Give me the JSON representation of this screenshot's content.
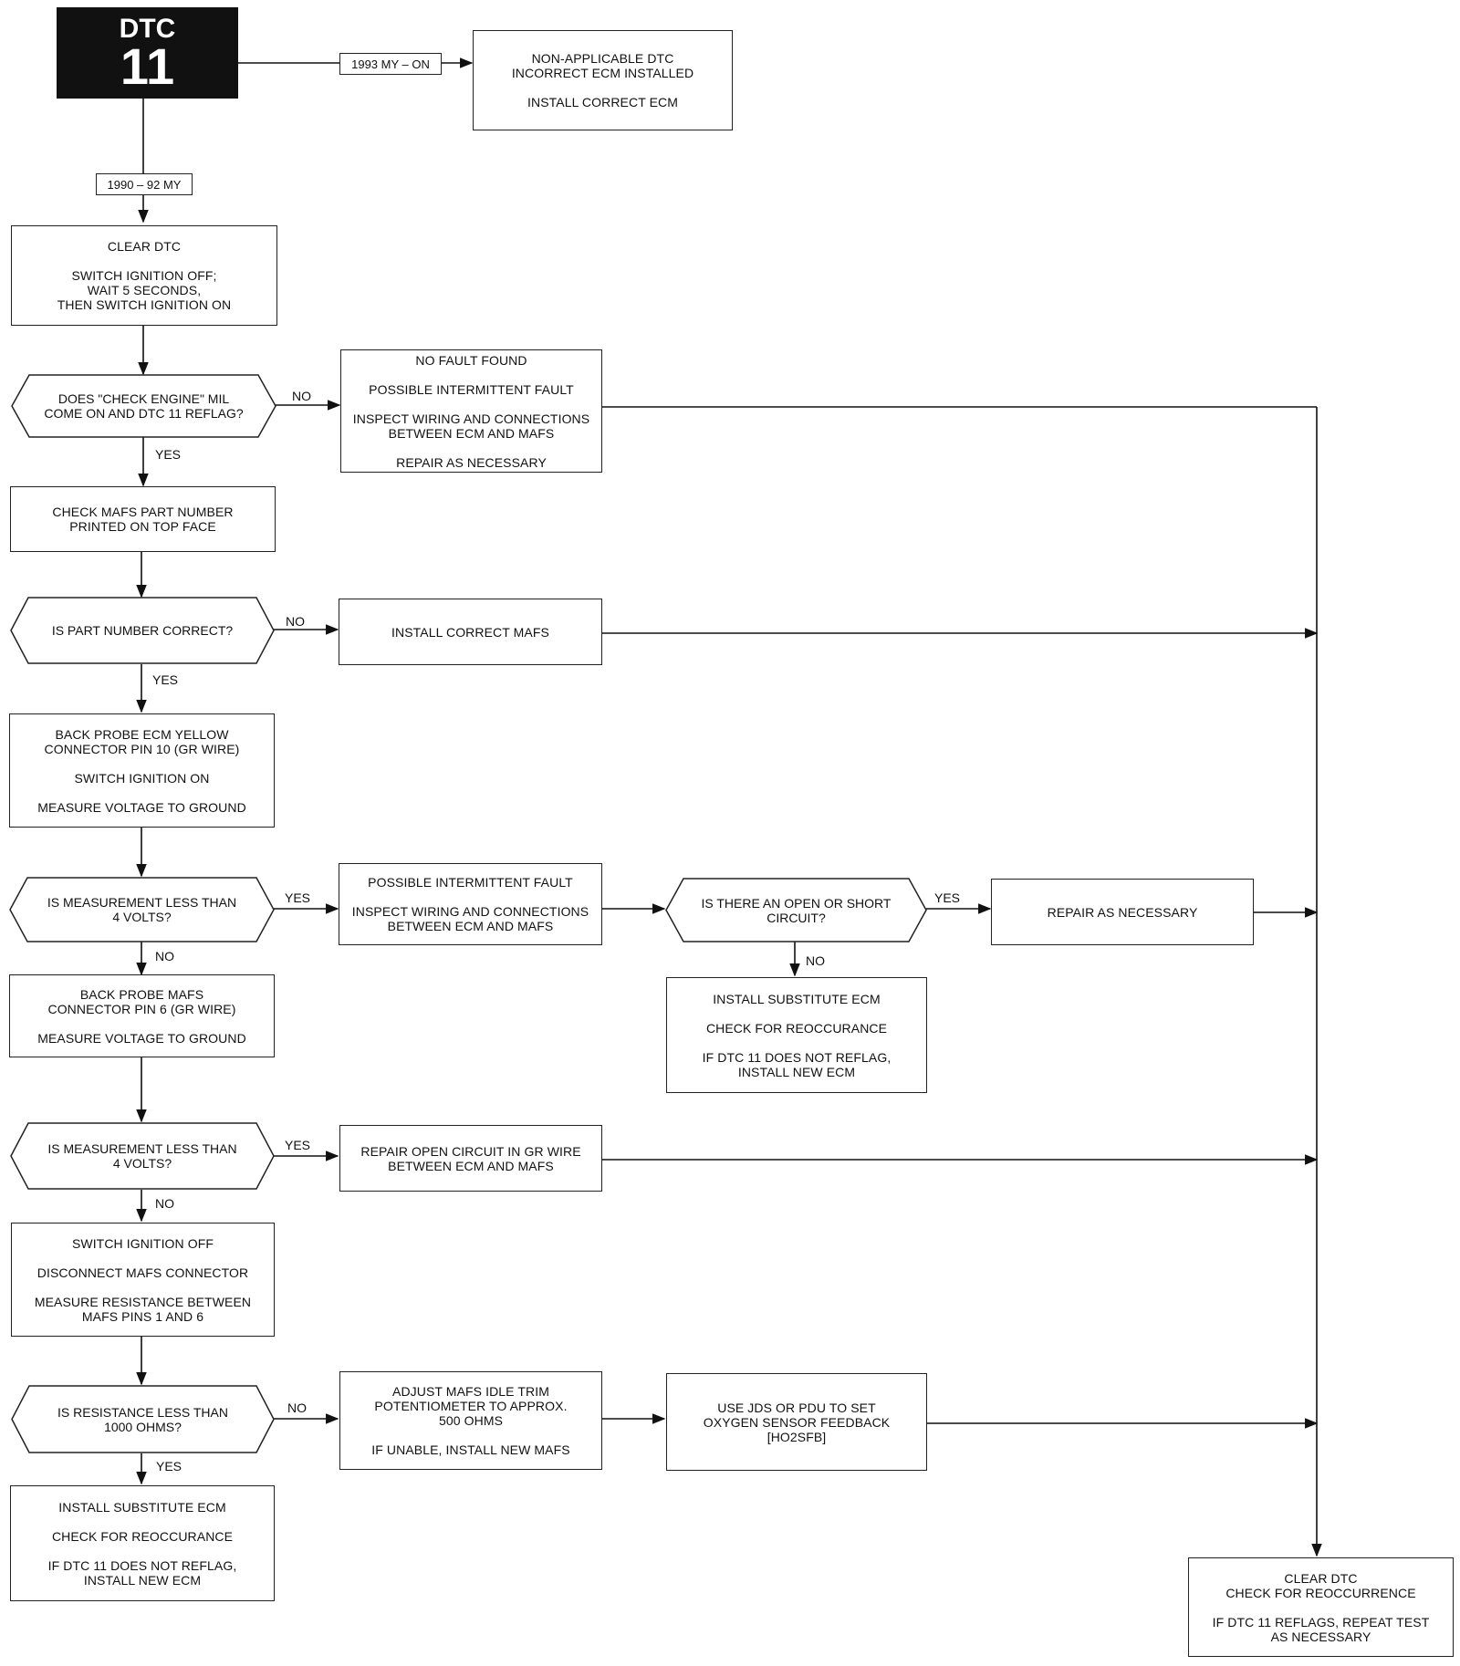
{
  "header": {
    "title": "DTC",
    "code": "11"
  },
  "tags": {
    "newer": "1993 MY – ON",
    "older": "1990 – 92 MY"
  },
  "labels": {
    "yes": "YES",
    "no": "NO"
  },
  "boxes": {
    "non_applicable": [
      "NON-APPLICABLE DTC",
      "INCORRECT ECM INSTALLED",
      "",
      "INSTALL CORRECT ECM"
    ],
    "clear_dtc": [
      "CLEAR DTC",
      "",
      "SWITCH IGNITION OFF;",
      "WAIT 5 SECONDS,",
      "THEN SWITCH IGNITION ON"
    ],
    "no_fault_found": [
      "NO FAULT FOUND",
      "",
      "POSSIBLE INTERMITTENT FAULT",
      "",
      "INSPECT WIRING AND CONNECTIONS",
      "BETWEEN ECM AND MAFS",
      "",
      "REPAIR AS NECESSARY"
    ],
    "check_mafs_part": [
      "CHECK MAFS PART NUMBER",
      "PRINTED ON TOP FACE"
    ],
    "install_correct_mafs": [
      "INSTALL CORRECT MAFS"
    ],
    "back_probe_ecm": [
      "BACK PROBE ECM YELLOW",
      "CONNECTOR PIN 10 (GR WIRE)",
      "",
      "SWITCH IGNITION ON",
      "",
      "MEASURE VOLTAGE TO GROUND"
    ],
    "possible_intermittent": [
      "POSSIBLE INTERMITTENT FAULT",
      "",
      "INSPECT WIRING AND CONNECTIONS",
      "BETWEEN ECM AND MAFS"
    ],
    "repair_as_necessary": [
      "REPAIR AS NECESSARY"
    ],
    "back_probe_mafs": [
      "BACK PROBE MAFS",
      "CONNECTOR PIN 6 (GR WIRE)",
      "",
      "MEASURE VOLTAGE TO GROUND"
    ],
    "install_substitute_ecm_1": [
      "INSTALL SUBSTITUTE ECM",
      "",
      "CHECK FOR REOCCURANCE",
      "",
      "IF DTC 11 DOES NOT REFLAG,",
      "INSTALL NEW ECM"
    ],
    "repair_open_circuit": [
      "REPAIR OPEN CIRCUIT IN GR WIRE",
      "BETWEEN ECM AND MAFS"
    ],
    "measure_resistance": [
      "SWITCH IGNITION OFF",
      "",
      "DISCONNECT MAFS CONNECTOR",
      "",
      "MEASURE RESISTANCE BETWEEN",
      "MAFS PINS 1 AND 6"
    ],
    "adjust_mafs_trim": [
      "ADJUST MAFS IDLE TRIM",
      "POTENTIOMETER TO APPROX.",
      "500 OHMS",
      "",
      "IF UNABLE, INSTALL NEW MAFS"
    ],
    "use_jds": [
      "USE JDS OR PDU TO SET",
      "OXYGEN SENSOR FEEDBACK",
      "[HO2SFB]"
    ],
    "install_substitute_ecm_2": [
      "INSTALL SUBSTITUTE ECM",
      "",
      "CHECK FOR REOCCURANCE",
      "",
      "IF DTC 11 DOES NOT REFLAG,",
      "INSTALL NEW ECM"
    ],
    "clear_dtc_final": [
      "CLEAR DTC",
      "CHECK FOR REOCCURRENCE",
      "",
      "IF DTC 11 REFLAGS, REPEAT TEST",
      "AS NECESSARY"
    ]
  },
  "decisions": {
    "check_engine_mil": [
      "DOES \"CHECK ENGINE\" MIL",
      "COME ON AND DTC 11 REFLAG?"
    ],
    "part_number_correct": [
      "IS PART NUMBER CORRECT?"
    ],
    "measurement_less_4v_a": [
      "IS MEASUREMENT LESS THAN",
      "4 VOLTS?"
    ],
    "open_or_short": [
      "IS THERE AN OPEN OR SHORT",
      "CIRCUIT?"
    ],
    "measurement_less_4v_b": [
      "IS MEASUREMENT LESS THAN",
      "4 VOLTS?"
    ],
    "resistance_less_1000": [
      "IS RESISTANCE LESS THAN",
      "1000 OHMS?"
    ]
  }
}
